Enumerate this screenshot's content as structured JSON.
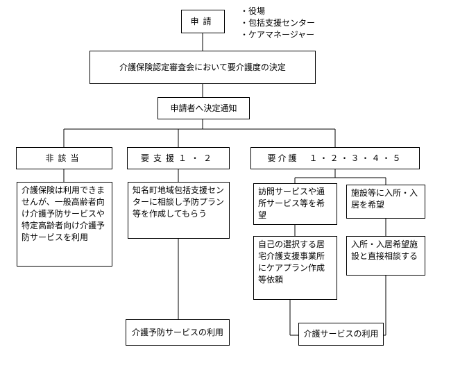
{
  "application": {
    "label": "申請"
  },
  "applied_at": [
    "・役場",
    "・包括支援センター",
    "・ケアマネージャー"
  ],
  "review": {
    "label": "介護保険認定審査会において要介護度の決定"
  },
  "notice": {
    "label": "申請者へ決定通知"
  },
  "categories": {
    "non_applicable": "非該当",
    "support": "要支援１・２",
    "care": "要介護　１・２・３・４・５"
  },
  "non_applicable_note": "介護保険は利用できませんが、一般高齢者向け介護予防サービスや特定高齢者向け介護予防サービスを利用",
  "support_note": "知名町地域包括支援センターに相談し予防プラン等を作成してもらう",
  "care_home": {
    "step1": "訪問サービスや通所サービス等を希望",
    "step2": "自己の選択する居宅介護支援事業所にケアプラン作成等依頼"
  },
  "care_facility": {
    "step1": "施設等に入所・入居を希望",
    "step2": "入所・入居希望施設と直接相談する"
  },
  "outcomes": {
    "prevention_service": "介護予防サービスの利用",
    "care_service": "介護サービスの利用"
  }
}
